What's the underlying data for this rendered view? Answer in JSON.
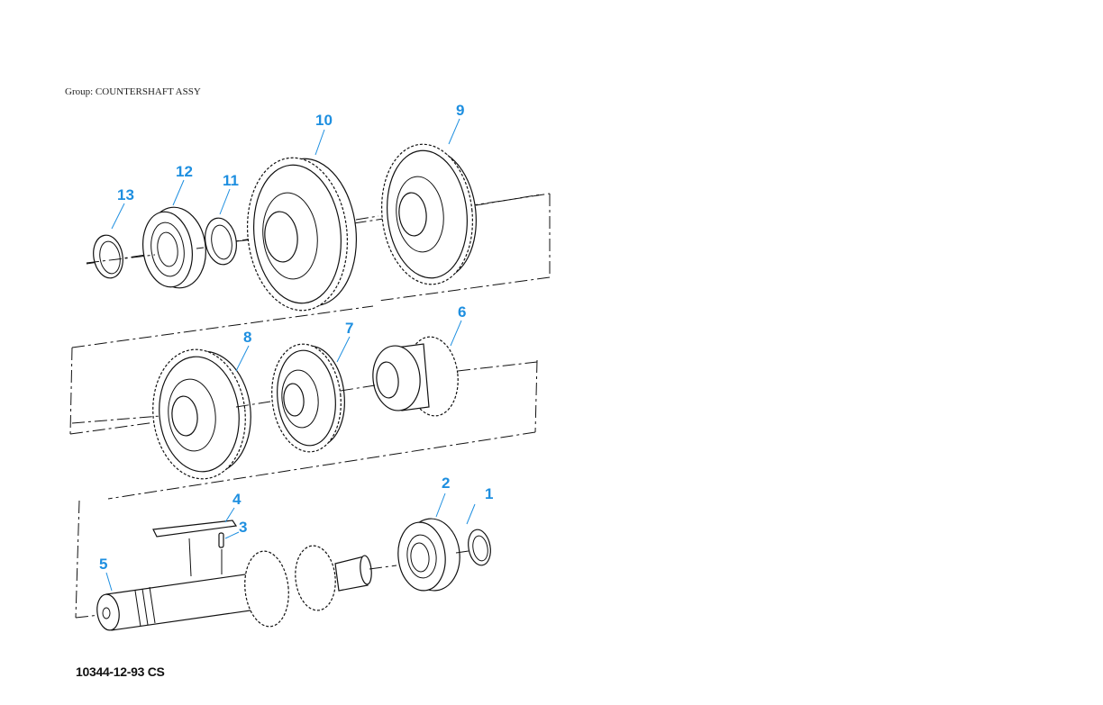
{
  "group_label": "Group: COUNTERSHAFT ASSY",
  "reference_code": "10344-12-93 CS",
  "callouts": [
    {
      "id": "1",
      "label": "1"
    },
    {
      "id": "2",
      "label": "2"
    },
    {
      "id": "3",
      "label": "3"
    },
    {
      "id": "4",
      "label": "4"
    },
    {
      "id": "5",
      "label": "5"
    },
    {
      "id": "6",
      "label": "6"
    },
    {
      "id": "7",
      "label": "7"
    },
    {
      "id": "8",
      "label": "8"
    },
    {
      "id": "9",
      "label": "9"
    },
    {
      "id": "10",
      "label": "10"
    },
    {
      "id": "11",
      "label": "11"
    },
    {
      "id": "12",
      "label": "12"
    },
    {
      "id": "13",
      "label": "13"
    }
  ],
  "colors": {
    "callout": "#1e8fe0",
    "line": "#111111",
    "background": "#ffffff"
  }
}
